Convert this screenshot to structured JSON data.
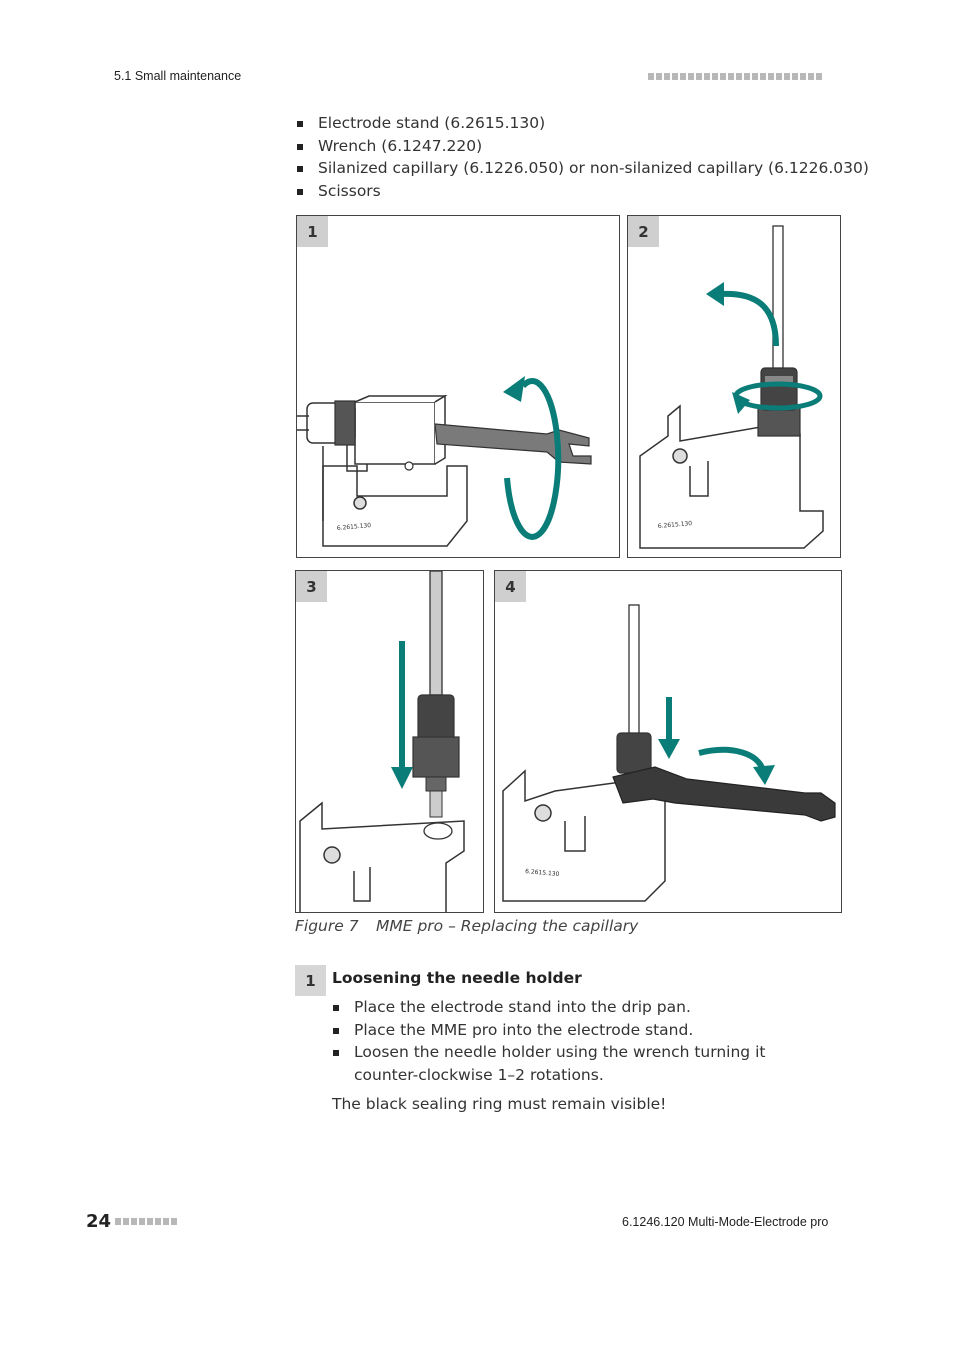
{
  "header": {
    "section": "5.1 Small maintenance"
  },
  "materials": [
    "Electrode stand (6.2615.130)",
    "Wrench (6.1247.220)",
    "Silanized capillary (6.1226.050) or non-silanized capillary (6.1226.030)",
    "Scissors"
  ],
  "figure": {
    "panels": [
      "1",
      "2",
      "3",
      "4"
    ],
    "label": "Figure 7",
    "title": "MME pro – Replacing the capillary",
    "stand_text": "6.2615.130",
    "colors": {
      "arrow": "#0b7d78",
      "line": "#333333",
      "dark_part": "#3a3a3a"
    }
  },
  "step": {
    "number": "1",
    "title": "Loosening the needle holder",
    "items": [
      "Place the electrode stand into the drip pan.",
      "Place the MME pro into the electrode stand.",
      "Loosen the needle holder using the wrench turning it counter-clockwise 1–2 rotations."
    ],
    "note": "The black sealing ring must remain visible!"
  },
  "footer": {
    "page": "24",
    "doc": "6.1246.120 Multi-Mode-Electrode pro"
  }
}
